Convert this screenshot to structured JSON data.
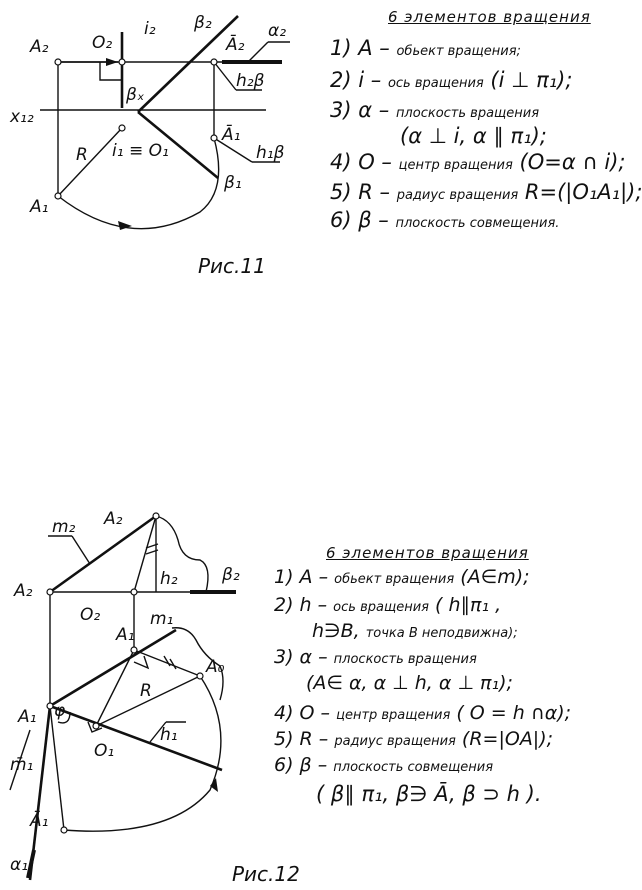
{
  "fig11": {
    "caption": "Рис.11",
    "labels": {
      "A2": "A₂",
      "O2": "O₂",
      "i2": "i₂",
      "beta2": "β₂",
      "Abar2": "Ā₂",
      "alpha2": "α₂",
      "h2b": "h₂β",
      "x12": "x₁₂",
      "betax": "βₓ",
      "R": "R",
      "i1O1": "i₁ ≡ O₁",
      "Abar1": "Ā₁",
      "h1b": "h₁β",
      "A1": "A₁",
      "beta1": "β₁"
    },
    "list": {
      "header": "6 элементов вращения",
      "items": [
        {
          "main": "1) A –",
          "small": "обьект вращения;",
          "tail": ""
        },
        {
          "main": "2) i –",
          "small": "ось вращения",
          "tail": "(i ⊥ π₁);"
        },
        {
          "main": "3) α –",
          "small": "плоскость вращения",
          "tail": ""
        },
        {
          "main": "(α ⊥ i, α ∥ π₁);",
          "small": "",
          "tail": ""
        },
        {
          "main": "4) O –",
          "small": "центр вращения",
          "tail": "(O=α ∩ i);"
        },
        {
          "main": "5) R –",
          "small": "радиус вращения",
          "tail": "R=(|O₁A₁|);"
        },
        {
          "main": "6) β –",
          "small": "плоскость совмещения.",
          "tail": ""
        }
      ]
    }
  },
  "fig12": {
    "caption": "Рис.12",
    "labels": {
      "m2": "m₂",
      "A2top": "A₂",
      "h2": "h₂",
      "beta2": "β₂",
      "A2left": "A₂",
      "O2": "O₂",
      "m1": "m₁",
      "A1top": "A₁",
      "R": "R",
      "A0": "A₀",
      "A1left": "A₁",
      "phi": "φ",
      "O1": "O₁",
      "h1": "h₁",
      "mbar1": "m̄₁",
      "Abar1": "Ā₁",
      "alpha1": "α₁"
    },
    "list": {
      "header": "6 элементов вращения",
      "items": [
        {
          "main": "1) A –",
          "small": "обьект вращения",
          "tail": "(A∈m);"
        },
        {
          "main": "2) h –",
          "small": "ось вращения",
          "tail": "( h∥π₁ ,"
        },
        {
          "main": "h∋B,",
          "small": "точка B неподвижна);",
          "tail": ""
        },
        {
          "main": "3) α –",
          "small": "плоскость вращения",
          "tail": ""
        },
        {
          "main": "(A∈ α, α ⊥ h, α ⊥ π₁);",
          "small": "",
          "tail": ""
        },
        {
          "main": "4) O –",
          "small": "центр вращения",
          "tail": "( O = h ∩α);"
        },
        {
          "main": "5) R –",
          "small": "радиус вращения",
          "tail": "(R=|OA|);"
        },
        {
          "main": "6) β –",
          "small": "плоскость совмещения",
          "tail": ""
        },
        {
          "main": "( β∥ π₁, β∋ Ā, β ⊃ h ).",
          "small": "",
          "tail": ""
        }
      ]
    }
  }
}
